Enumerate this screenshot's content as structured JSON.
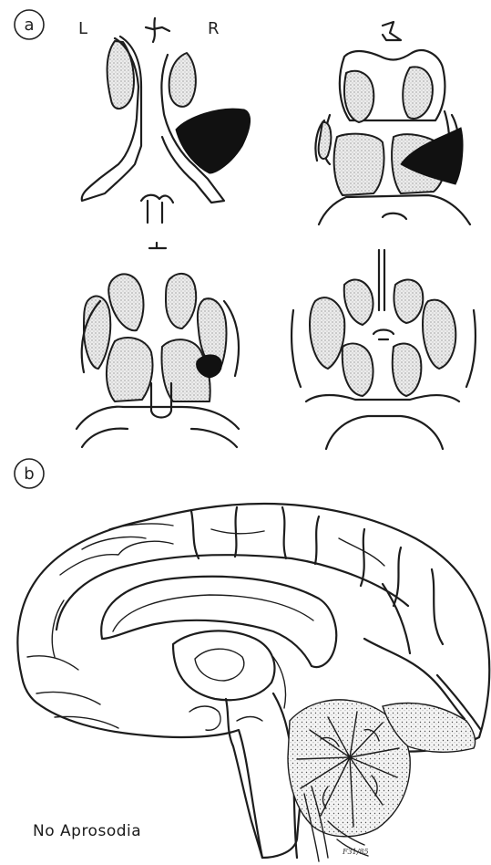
{
  "panels": [
    {
      "id": "a",
      "label": "a",
      "side_labels": {
        "left": "L",
        "right": "R"
      }
    },
    {
      "id": "b",
      "label": "b"
    }
  ],
  "caption": "No Aprosodia",
  "signature": "F31/85",
  "colors": {
    "ink": "#1d1d1d",
    "lesion": "#111111",
    "background": "#ffffff"
  }
}
